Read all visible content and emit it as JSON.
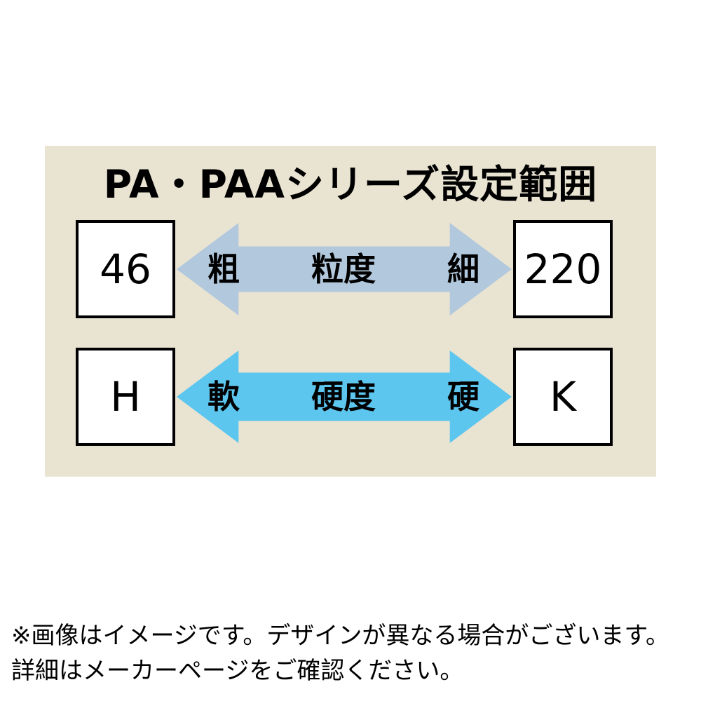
{
  "panel": {
    "title": "PA・PAAシリーズ設定範囲",
    "rows": [
      {
        "name": "grain-size",
        "left_value": "46",
        "right_value": "220",
        "arrow_left_label": "粗",
        "arrow_center_label": "粒度",
        "arrow_right_label": "細"
      },
      {
        "name": "hardness",
        "left_value": "H",
        "right_value": "K",
        "arrow_left_label": "軟",
        "arrow_center_label": "硬度",
        "arrow_right_label": "硬"
      }
    ]
  },
  "footer": {
    "line1": "※画像はイメージです。デザインが異なる場合がございます。",
    "line2": "詳細はメーカーページをご確認ください。"
  },
  "colors": {
    "panel_bg": "#e9e3d2",
    "grain_arrow": "#b2c8dd",
    "hardness_arrow": "#5cc6ef",
    "box_border": "#000000"
  }
}
